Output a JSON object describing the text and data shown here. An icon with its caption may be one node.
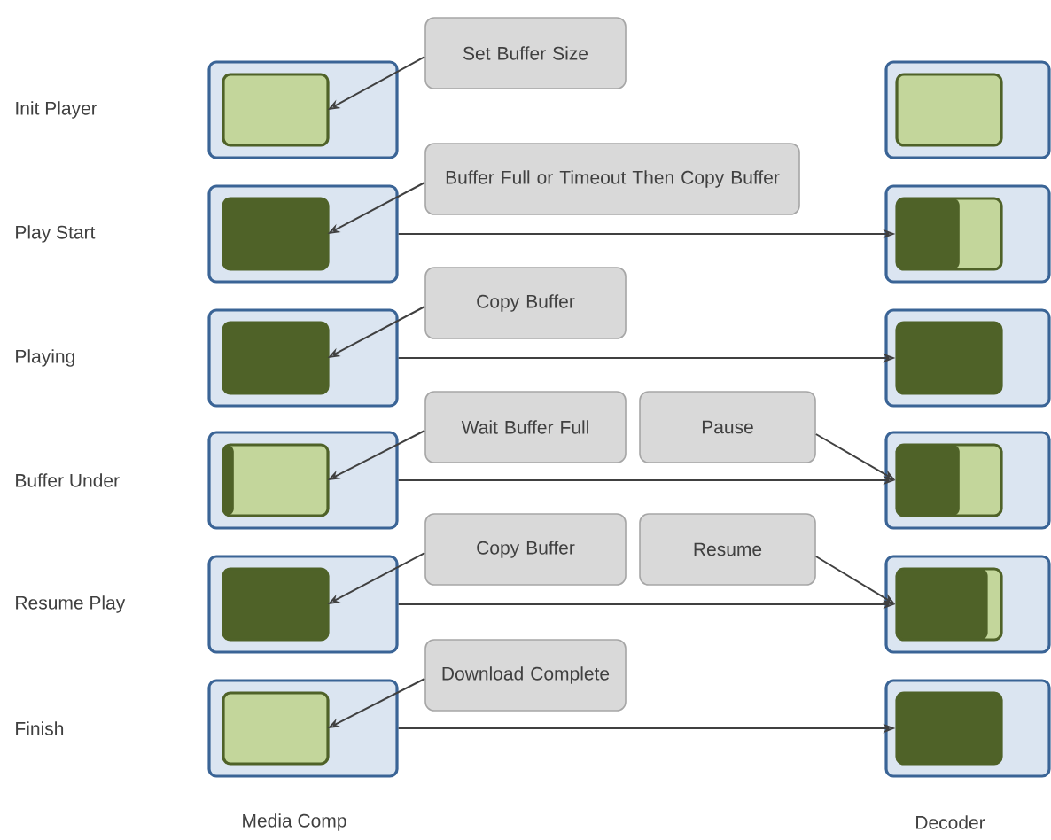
{
  "diagram": {
    "nodes": [
      {
        "text": [],
        "shape": "box"
      },
      {
        "text": [],
        "shape": "box",
        "in": 0
      },
      {
        "text": [
          "Set Buffer Size"
        ]
      },
      {
        "text": [],
        "shape": "box"
      },
      {
        "text": [],
        "shape": "box",
        "in": 3
      },
      {
        "text": [],
        "shape": "box"
      },
      {
        "text": [],
        "shape": "box",
        "in": 5
      },
      {
        "text": [
          "Buffer Full or Timeout Then Copy Buffer"
        ]
      },
      {
        "text": [],
        "shape": "box"
      },
      {
        "text": [],
        "shape": "box",
        "in": 8
      },
      {
        "text": [],
        "shape": "box"
      },
      {
        "text": [],
        "shape": "box",
        "in": 10
      },
      {
        "text": [
          "Copy Buffer"
        ]
      },
      {
        "text": [],
        "shape": "box"
      },
      {
        "text": [],
        "shape": "box",
        "in": 13
      },
      {
        "text": [],
        "shape": "box"
      },
      {
        "text": [],
        "shape": "box",
        "in": 15
      },
      {
        "text": [
          "Wait Buffer Full"
        ]
      },
      {
        "text": [
          "Pause"
        ]
      },
      {
        "text": [],
        "shape": "box"
      },
      {
        "text": [],
        "shape": "box",
        "in": 19
      },
      {
        "text": [],
        "shape": "box"
      },
      {
        "text": [],
        "shape": "box",
        "in": 21
      },
      {
        "text": [
          "Copy Buffer"
        ]
      },
      {
        "text": [
          "Resume"
        ]
      },
      {
        "text": [],
        "shape": "box"
      },
      {
        "text": [],
        "shape": "box",
        "in": 25
      },
      {
        "text": [],
        "shape": "box"
      },
      {
        "text": [],
        "shape": "box",
        "in": 27
      },
      {
        "text": [
          "Download Complete"
        ]
      },
      {
        "text": [],
        "shape": "box"
      },
      {
        "text": [],
        "shape": "box",
        "in": 30
      }
    ],
    "edges": [
      {
        "from": 2,
        "to": 1,
        "arrow": "to"
      },
      {
        "from": 7,
        "to": 6,
        "arrow": "to"
      },
      {
        "from": 5,
        "to": 9,
        "arrow": "to"
      },
      {
        "from": 12,
        "to": 11,
        "arrow": "to"
      },
      {
        "from": 10,
        "to": 14,
        "arrow": "to"
      },
      {
        "from": 17,
        "to": 16,
        "arrow": "to"
      },
      {
        "from": 15,
        "to": 20,
        "arrow": "to"
      },
      {
        "from": 18,
        "to": 20,
        "arrow": "to"
      },
      {
        "from": 23,
        "to": 22,
        "arrow": "to"
      },
      {
        "from": 21,
        "to": 26,
        "arrow": "to"
      },
      {
        "from": 24,
        "to": 26,
        "arrow": "to"
      },
      {
        "from": 29,
        "to": 28,
        "arrow": "to"
      },
      {
        "from": 27,
        "to": 31,
        "arrow": "to"
      }
    ],
    "labels": [
      "Init Player",
      "Play Start",
      "Playing",
      "Buffer Under",
      "Resume Play",
      "Finish",
      "Media Comp",
      "Decoder"
    ]
  }
}
